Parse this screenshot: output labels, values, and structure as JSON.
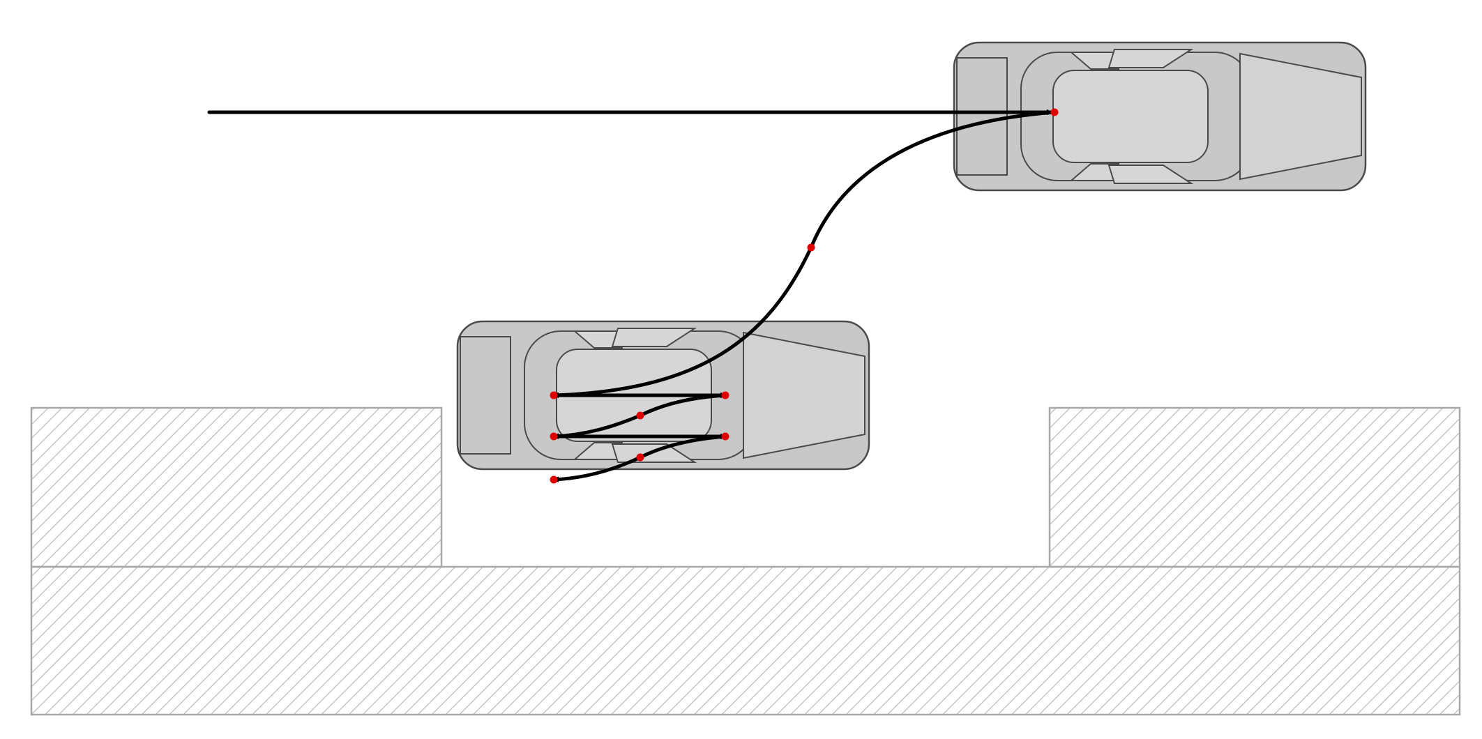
{
  "diagram": {
    "subject": "parallel-parking-maneuver",
    "vehicles": [
      {
        "name": "start-car",
        "role": "initial-position",
        "heading": "right"
      },
      {
        "name": "parked-car",
        "role": "final-position",
        "heading": "right"
      }
    ],
    "obstacles": [
      "left-parked-block",
      "right-parked-block",
      "curb"
    ],
    "path": {
      "segments": [
        {
          "name": "approach",
          "direction": "backward"
        },
        {
          "name": "reverse-turn",
          "direction": "backward"
        },
        {
          "name": "forward-adjust",
          "direction": "forward"
        },
        {
          "name": "reverse-adjust",
          "direction": "backward"
        },
        {
          "name": "forward-adjust-2",
          "direction": "forward"
        },
        {
          "name": "final-reverse",
          "direction": "backward"
        }
      ],
      "waypoint_count": 9
    },
    "colors": {
      "car_body": "#c8c8c8",
      "car_cabin": "#d4d4d4",
      "car_outline": "#4a4a4a",
      "path": "#000000",
      "waypoint": "#e00000",
      "hatch": "#b4b4b4",
      "obstacle_border": "#a8a8a8",
      "background": "#ffffff"
    }
  }
}
